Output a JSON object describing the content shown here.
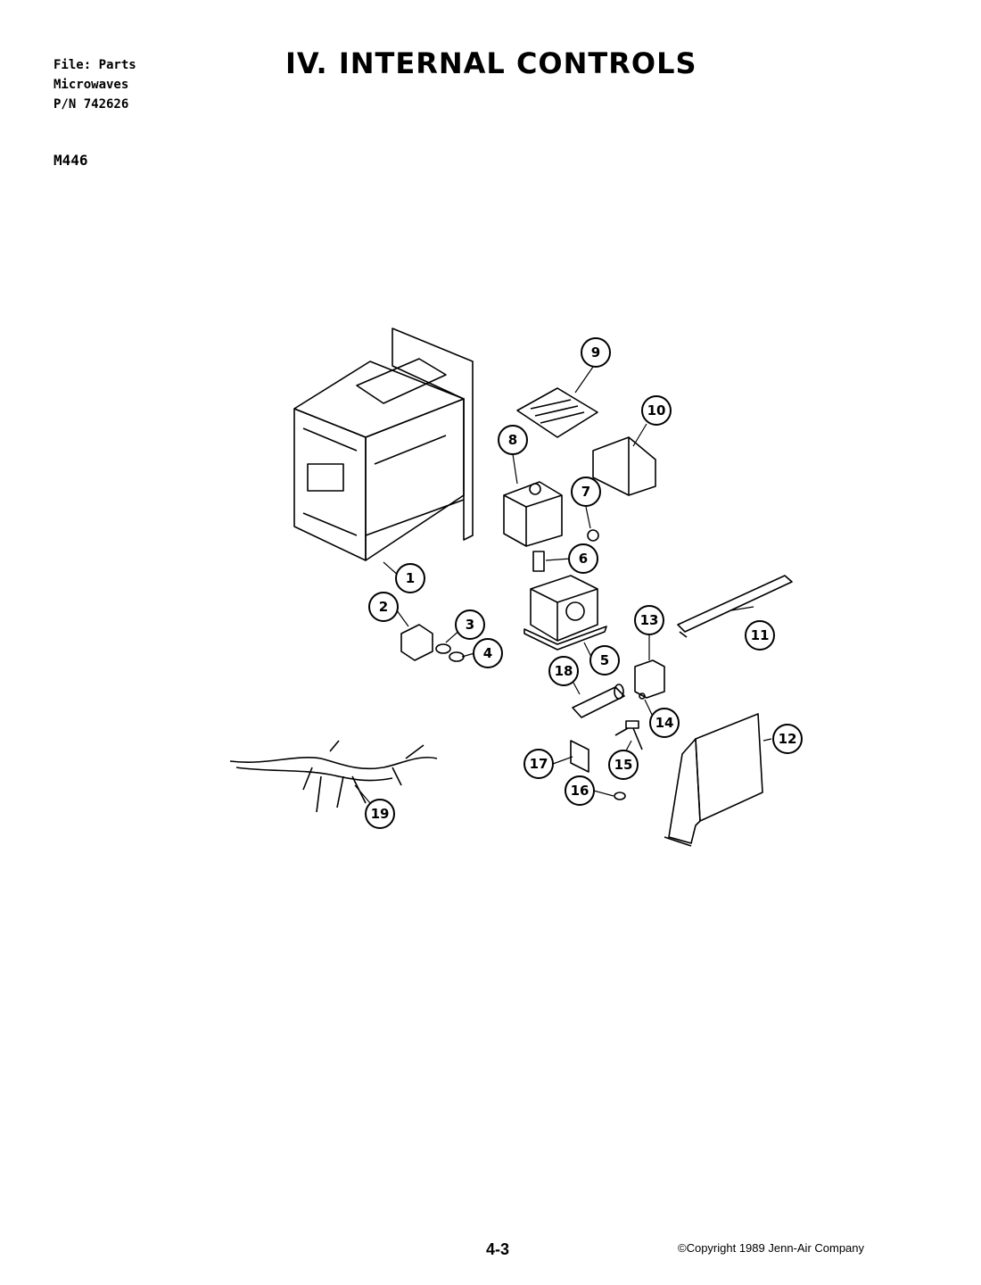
{
  "header": {
    "file_line": "File: Parts",
    "category_line": "Microwaves",
    "part_number_line": "P/N 742626",
    "model": "M446",
    "title": "IV. INTERNAL CONTROLS"
  },
  "callouts": [
    "1",
    "2",
    "3",
    "4",
    "5",
    "6",
    "7",
    "8",
    "9",
    "10",
    "11",
    "12",
    "13",
    "14",
    "15",
    "16",
    "17",
    "18",
    "19"
  ],
  "footer": {
    "page_number": "4-3",
    "copyright": "©Copyright 1989 Jenn-Air Company"
  }
}
